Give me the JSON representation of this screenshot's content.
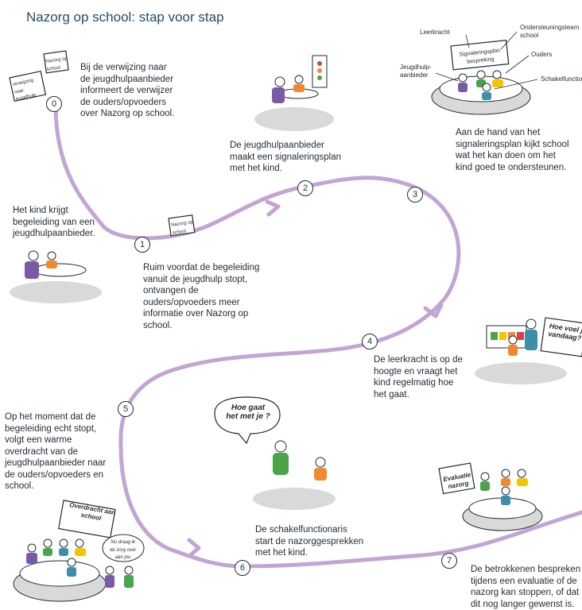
{
  "title": "Nazorg op school: stap voor stap",
  "steps": [
    "0",
    "1",
    "2",
    "3",
    "4",
    "5",
    "6",
    "7"
  ],
  "texts": {
    "step0": "Bij de verwijzing naar\nde jeugdhulpaanbieder\ninformeert de verwijzer\nde ouders/opvoeders\nover Nazorg op school.",
    "intro": "Het kind krijgt\nbegeleiding van een\njeugdhulpaanbieder.",
    "step1": "Ruim voordat de begeleiding\nvanuit de jeugdhulp stopt,\nontvangen de\nouders/opvoeders meer\ninformatie over Nazorg op\nschool.",
    "step2": "De jeugdhulpaanbieder\nmaakt een signaleringsplan\nmet het kind.",
    "step3": "Aan de hand van het\nsignaleringsplan kijkt school\nwat het kan doen om het\nkind goed te ondersteunen.",
    "step4": "De leerkracht is op de\nhoogte en vraagt het\nkind regelmatig hoe\nhet gaat.",
    "step5": "Op het moment dat de\nbegeleiding echt stopt,\nvolgt een warme\noverdracht van de\njeugdhulpaanbieder naar\nde ouders/opvoeders en\nschool.",
    "step6": "De schakelfunctionaris\nstart de nazorggesprekken\nmet het kind.",
    "step7": "De betrokkenen bespreken\ntijdens een evaluatie of de\nnazorg kan stoppen, of dat\ndit nog langer gewenst is."
  },
  "labels": {
    "leerkracht": "Leerkracht",
    "ondersteuningsteam": "Ondersteuningsteam\nschool",
    "jeugdhulp": "Jeugdhulp-\naanbieder",
    "ouders": "Ouders",
    "schakel": "Schakelfunctionaris",
    "signaleringsplan": "Signaleringsplan\nbespreking",
    "paper_small": "Nazorg op\nschool",
    "paper_left": "verwijzing\nnaar\njeugdhulp",
    "bubble_hoe": "Hoe gaat\nhet met je ?",
    "bubble_voel": "Hoe voel jij je\nvandaag?",
    "overdracht": "Overdracht aan\nschool",
    "bubble_zorg": "Nu draag ik\nde zorg over\naan jou",
    "evaluatie": "Evaluatie\nnazorg"
  },
  "colors": {
    "path": "#c3a5d3",
    "title": "#1f4e69",
    "shadow": "#d9d9d9",
    "purple": "#7a5aa6",
    "orange": "#f08a2c",
    "green": "#4aa54a",
    "yellow": "#f5c400",
    "teal": "#3b8fa6"
  }
}
